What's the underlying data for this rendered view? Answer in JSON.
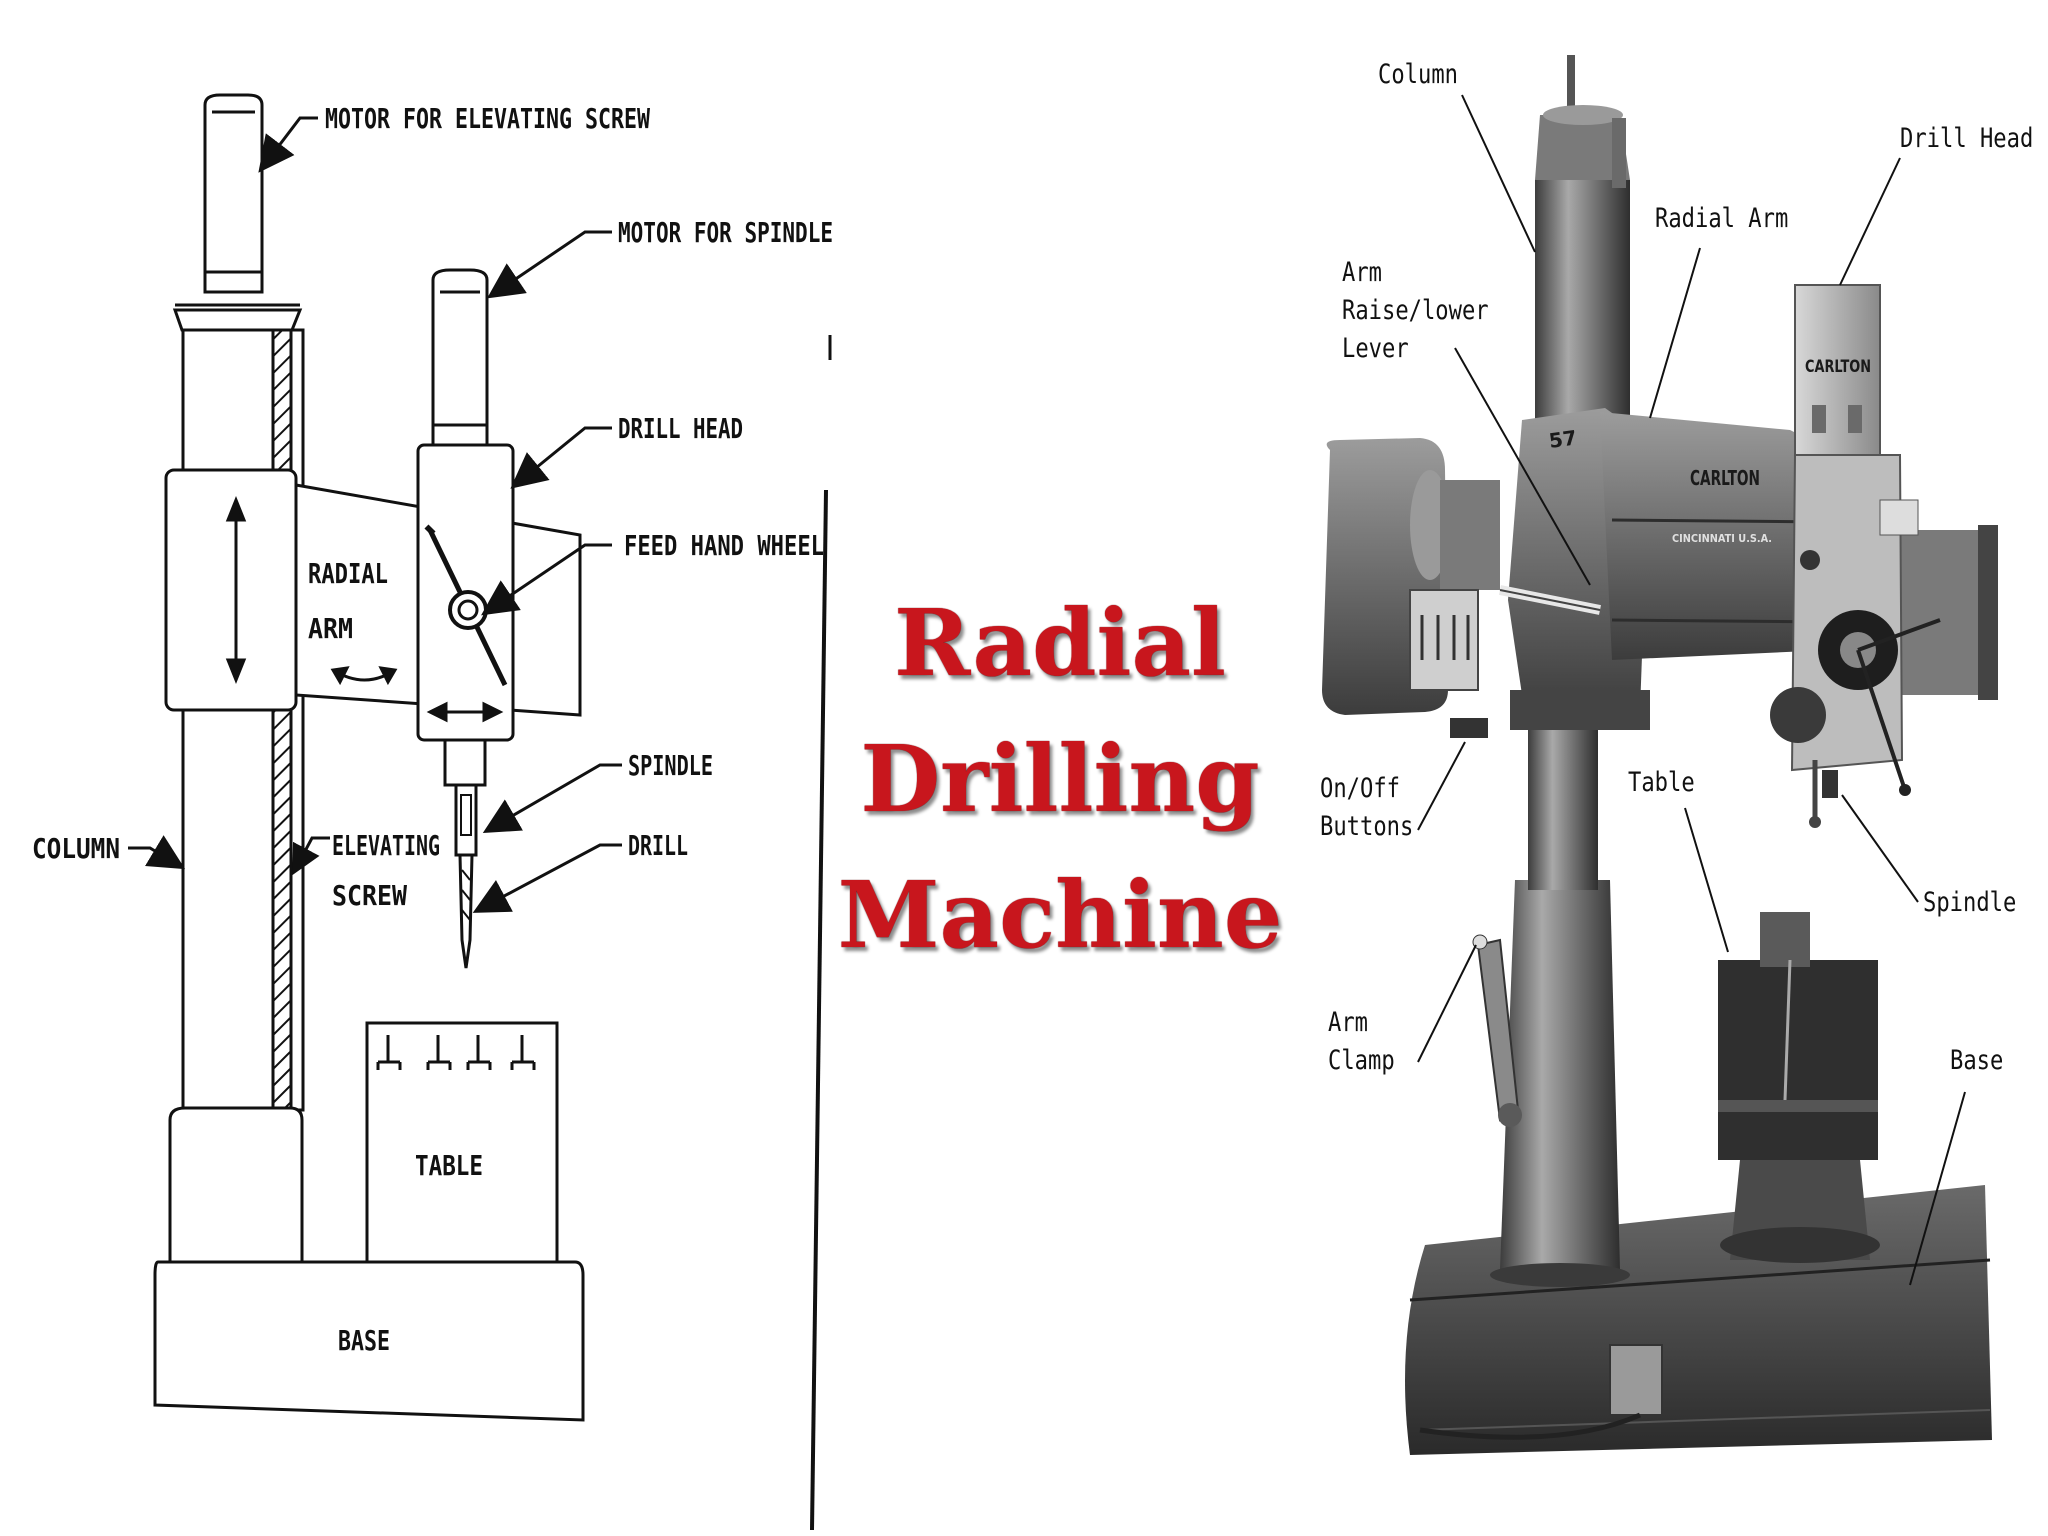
{
  "title": {
    "line1": "Radial",
    "line2": "Drilling",
    "line3": "Machine",
    "color": "#c8161d"
  },
  "schematic": {
    "labels": {
      "motor_elevating_screw": "MOTOR FOR ELEVATING SCREW",
      "motor_spindle": "MOTOR FOR SPINDLE",
      "drill_head": "DRILL HEAD",
      "feed_hand_wheel": "FEED HAND WHEEL",
      "spindle": "SPINDLE",
      "drill": "DRILL",
      "column": "COLUMN",
      "elevating_screw_1": "ELEVATING",
      "elevating_screw_2": "SCREW",
      "radial_arm_1": "RADIAL",
      "radial_arm_2": "ARM",
      "table": "TABLE",
      "base": "BASE"
    }
  },
  "photo": {
    "labels": {
      "column": "Column",
      "drill_head": "Drill Head",
      "radial_arm": "Radial Arm",
      "arm_lever_1": "Arm",
      "arm_lever_2": "Raise/lower",
      "arm_lever_3": "Lever",
      "on_off_1": "On/Off",
      "on_off_2": "Buttons",
      "table": "Table",
      "spindle": "Spindle",
      "arm_clamp_1": "Arm",
      "arm_clamp_2": "Clamp",
      "base": "Base"
    },
    "plate_texts": {
      "model": "57",
      "brand": "CARLTON",
      "maker_location": "CINCINNATI U.S.A."
    }
  }
}
